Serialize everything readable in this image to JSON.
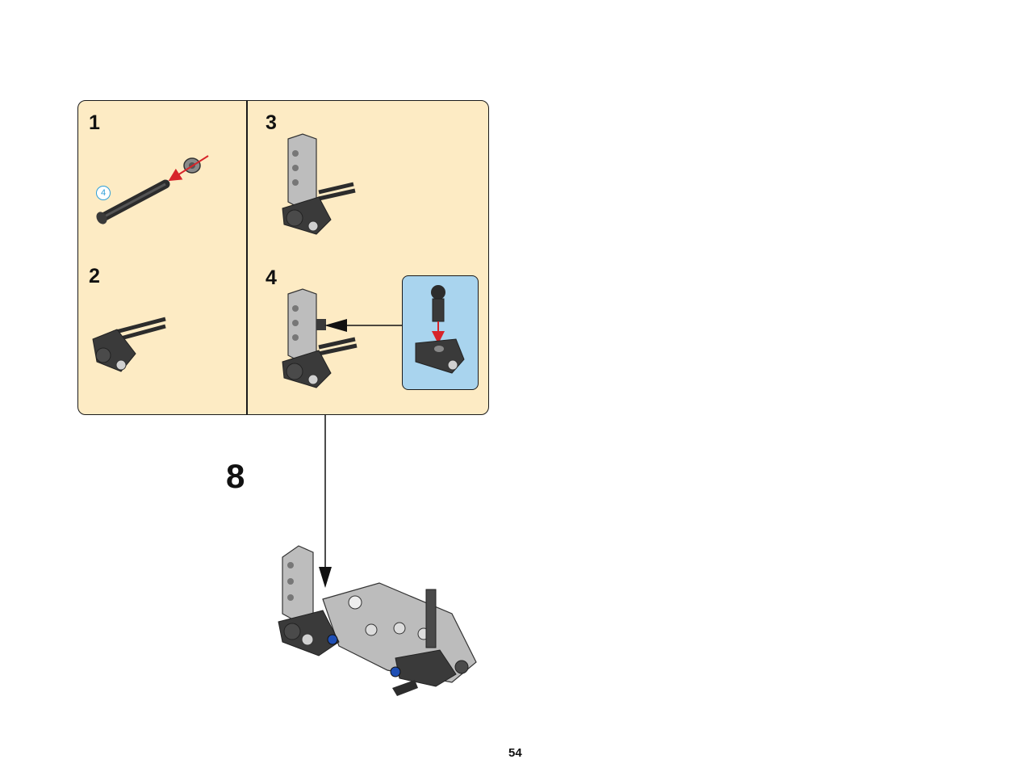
{
  "steps": {
    "s1": "1",
    "s2": "2",
    "s3": "3",
    "s4": "4",
    "main": "8"
  },
  "parts": {
    "axle_quantity": "4"
  },
  "page": {
    "number": "54"
  },
  "colors": {
    "panel_bg": "#fdebc4",
    "callout_bg": "#a9d4ee",
    "arrow_red": "#d7242a",
    "badge_blue": "#2e9fd8",
    "part_dark": "#3a3a3a",
    "part_light": "#bfbfbf",
    "pin_blue": "#1f4fb5"
  }
}
